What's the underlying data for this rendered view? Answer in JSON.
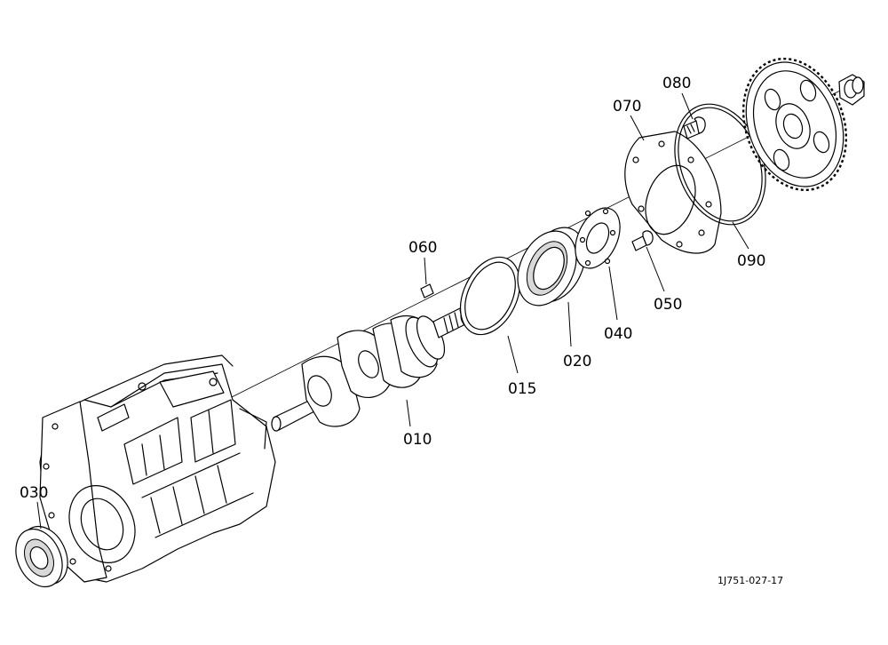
{
  "diagram": {
    "drawing_code": "1J751-027-17",
    "parts": [
      {
        "id": "010",
        "label": "010"
      },
      {
        "id": "015",
        "label": "015"
      },
      {
        "id": "020",
        "label": "020"
      },
      {
        "id": "030",
        "label": "030"
      },
      {
        "id": "040",
        "label": "040"
      },
      {
        "id": "050",
        "label": "050"
      },
      {
        "id": "060",
        "label": "060"
      },
      {
        "id": "070",
        "label": "070"
      },
      {
        "id": "080",
        "label": "080"
      },
      {
        "id": "090",
        "label": "090"
      }
    ]
  }
}
